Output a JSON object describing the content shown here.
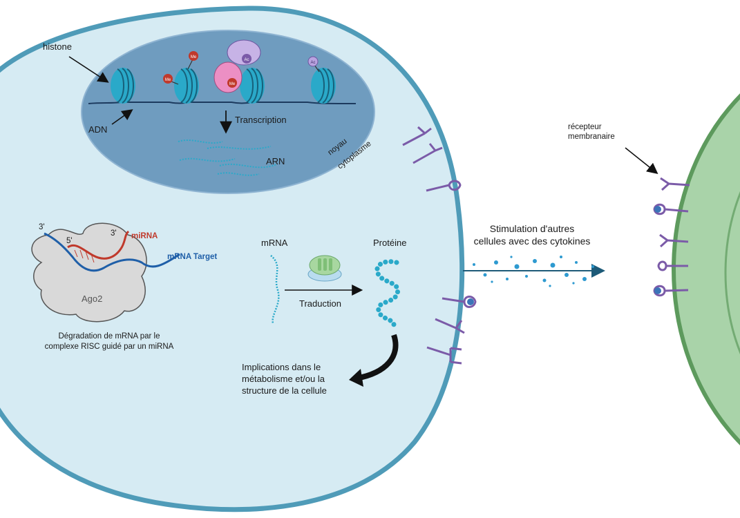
{
  "labels": {
    "histone": "histone",
    "adn": "ADN",
    "transcription": "Transcription",
    "arn": "ARN",
    "noyau": "noyau",
    "cytoplasme": "cytoplasme",
    "three_prime_a": "3'",
    "five_prime": "5'",
    "three_prime_b": "3'",
    "mirna": "miRNA",
    "mrna_target": "mRNA Target",
    "ago2": "Ago2",
    "degradation_line1": "Dégradation de mRNA par le",
    "degradation_line2": "complexe RISC guidé par un miRNA",
    "mrna": "mRNA",
    "proteine": "Protéine",
    "traduction": "Traduction",
    "implications_line1": "Implications dans le",
    "implications_line2": "métabolisme et/ou la",
    "implications_line3": "structure de la cellule",
    "stimulation_line1": "Stimulation d'autres",
    "stimulation_line2": "cellules avec des cytokines",
    "recepteur_line1": "récepteur",
    "recepteur_line2": "membranaire",
    "me": "Me",
    "ac": "Ac"
  },
  "colors": {
    "cell_fill": "#d6ebf3",
    "cell_border": "#4f9bb8",
    "nucleus_fill": "#6f9cbf",
    "nucleosome": "#2aa9c9",
    "receptor": "#7b5ba8",
    "cytokine": "#2e9ad0",
    "mirna": "#c0392b",
    "mrna_target": "#1f5fa8",
    "ago2_fill": "#d9d9d9",
    "neighbor_fill": "#a9d3a9",
    "neighbor_border": "#5d9a5d",
    "pink_enzyme": "#ec8fc4",
    "violet_enzyme": "#c7b3e6"
  }
}
